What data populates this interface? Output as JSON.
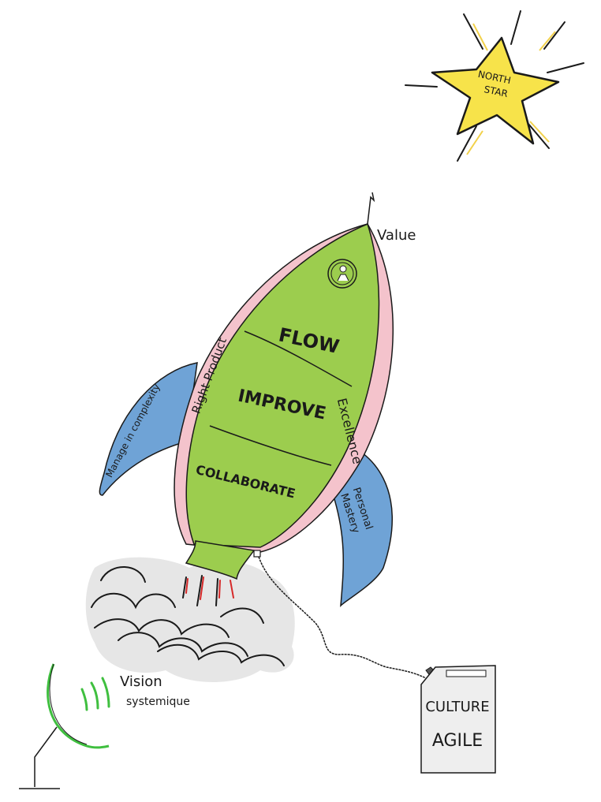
{
  "north_star": {
    "label_line1": "NORTH",
    "label_line2": "STAR"
  },
  "rocket": {
    "tip_label": "Value",
    "sections": {
      "top": "FLOW",
      "middle": "IMPROVE",
      "bottom": "COLLABORATE"
    },
    "left_band": "Right Product",
    "right_band": "Excellence",
    "left_fin": "Manage in complexity",
    "right_fin_line1": "Personal",
    "right_fin_line2": "Mastery"
  },
  "fuel_tank": {
    "line1": "CULTURE",
    "line2": "AGILE"
  },
  "antenna": {
    "line1": "Vision",
    "line2": "systemique"
  },
  "colors": {
    "star": "#f7e34a",
    "body": "#9ccd4e",
    "band": "#f4c3cc",
    "fin": "#6fa3d6",
    "smoke": "#e6e6e6",
    "antenna": "#3fbf3f",
    "flame": "#d62828"
  }
}
